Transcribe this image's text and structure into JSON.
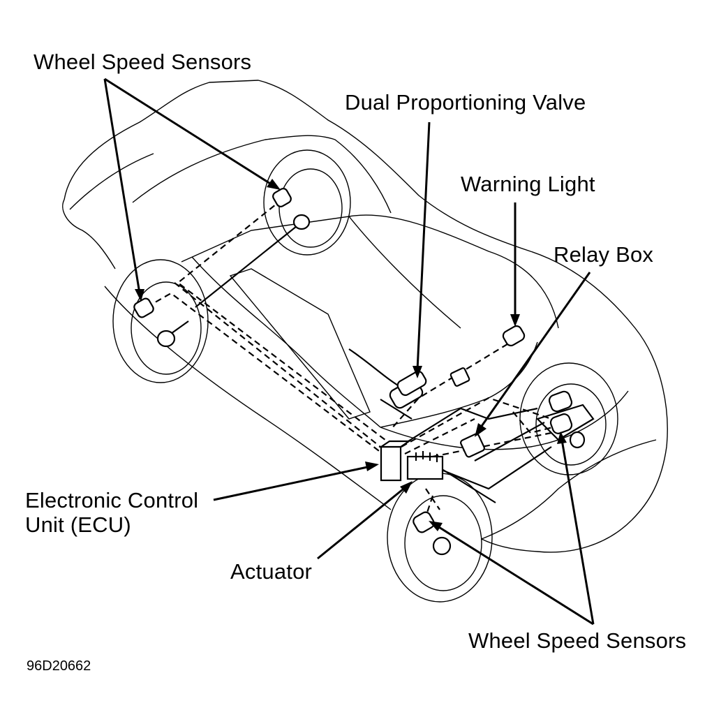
{
  "labels": {
    "wheel_speed_sensors_top": "Wheel Speed Sensors",
    "dual_proportioning_valve": "Dual Proportioning Valve",
    "warning_light": "Warning Light",
    "relay_box": "Relay Box",
    "ecu_line1": "Electronic Control",
    "ecu_line2": "Unit (ECU)",
    "actuator": "Actuator",
    "wheel_speed_sensors_bottom": "Wheel Speed Sensors"
  },
  "figure_code": "96D20662"
}
